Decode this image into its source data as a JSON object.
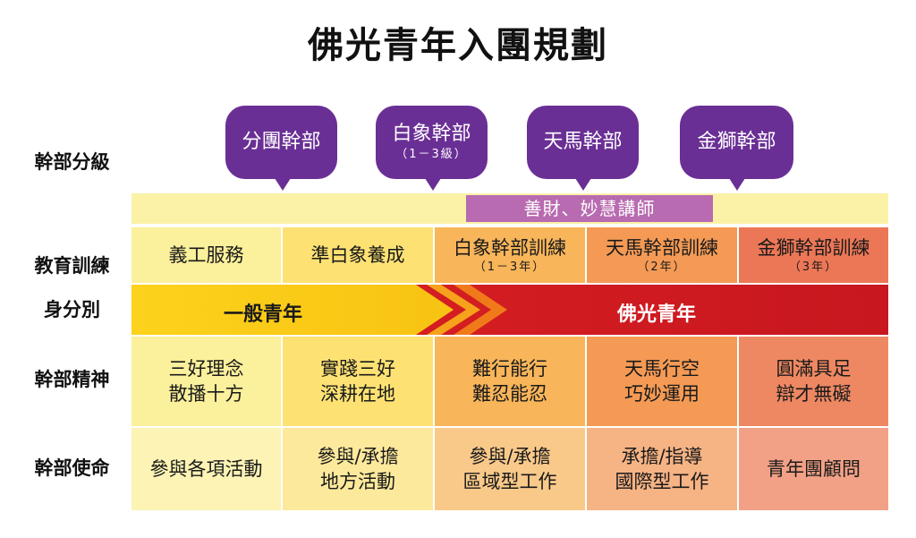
{
  "title": "佛光青年入團規劃",
  "row_labels": {
    "cadre_level": "幹部分級",
    "education": "教育訓練",
    "identity": "身分別",
    "spirit": "幹部精神",
    "mission": "幹部使命"
  },
  "bubbles": [
    {
      "label": "分團幹部",
      "sub": ""
    },
    {
      "label": "白象幹部",
      "sub": "（1－3級）"
    },
    {
      "label": "天馬幹部",
      "sub": ""
    },
    {
      "label": "金獅幹部",
      "sub": ""
    }
  ],
  "teacher_label": "善財、妙慧講師",
  "education": [
    {
      "label": "義工服務",
      "sub": ""
    },
    {
      "label": "準白象養成",
      "sub": ""
    },
    {
      "label": "白象幹部訓練",
      "sub": "（1－3年）"
    },
    {
      "label": "天馬幹部訓練",
      "sub": "（2年）"
    },
    {
      "label": "金獅幹部訓練",
      "sub": "（3年）"
    }
  ],
  "identity": {
    "general": "一般青年",
    "fgs": "佛光青年",
    "colors": {
      "general": "#fbcb1a",
      "fgs": "#d11c24"
    }
  },
  "spirit": [
    {
      "line1": "三好理念",
      "line2": "散播十方"
    },
    {
      "line1": "實踐三好",
      "line2": "深耕在地"
    },
    {
      "line1": "難行能行",
      "line2": "難忍能忍"
    },
    {
      "line1": "天馬行空",
      "line2": "巧妙運用"
    },
    {
      "line1": "圓滿具足",
      "line2": "辯才無礙"
    }
  ],
  "mission": [
    {
      "line1": "參與各項活動",
      "line2": ""
    },
    {
      "line1": "參與/承擔",
      "line2": "地方活動"
    },
    {
      "line1": "參與/承擔",
      "line2": "區域型工作"
    },
    {
      "line1": "承擔/指導",
      "line2": "國際型工作"
    },
    {
      "line1": "青年團顧問",
      "line2": ""
    }
  ]
}
